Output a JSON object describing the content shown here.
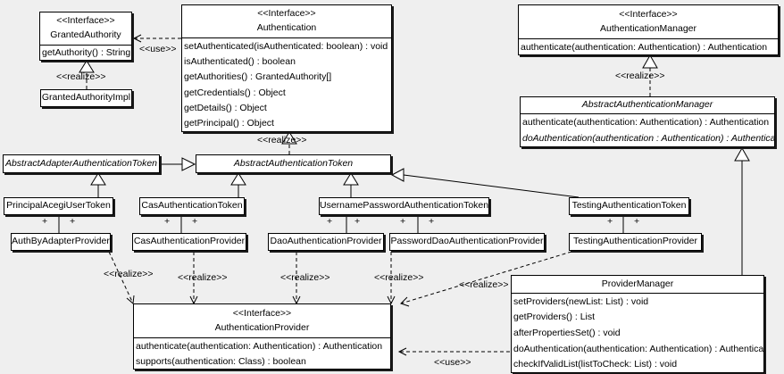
{
  "diagram": {
    "background_color": "#efefef",
    "box_fill": "#ffffff",
    "line_color": "#000000",
    "shadow_color": "#1a1a1a"
  },
  "stereotypes": {
    "interface": "<<Interface>>",
    "realize": "<<realize>>",
    "use": "<<use>>",
    "plus": "+"
  },
  "classes": {
    "granted_authority": {
      "stereotype": "<<Interface>>",
      "name": "GrantedAuthority",
      "methods": [
        "getAuthority() : String"
      ]
    },
    "granted_authority_impl": {
      "name": "GrantedAuthorityImpl"
    },
    "authentication": {
      "stereotype": "<<Interface>>",
      "name": "Authentication",
      "methods": [
        "setAuthenticated(isAuthenticated: boolean) : void",
        "isAuthenticated() : boolean",
        "getAuthorities() : GrantedAuthority[]",
        "getCredentials() : Object",
        "getDetails() : Object",
        "getPrincipal() : Object"
      ]
    },
    "authentication_manager": {
      "stereotype": "<<Interface>>",
      "name": "AuthenticationManager",
      "methods": [
        "authenticate(authentication: Authentication) : Authentication"
      ]
    },
    "abstract_authentication_manager": {
      "name": "AbstractAuthenticationManager",
      "abstract": true,
      "methods": [
        "authenticate(authentication: Authentication) : Authentication",
        "doAuthentication(authentication : Authentication) : Authentication"
      ]
    },
    "abstract_adapter_authentication_token": {
      "name": "AbstractAdapterAuthenticationToken",
      "abstract": true
    },
    "abstract_authentication_token": {
      "name": "AbstractAuthenticationToken",
      "abstract": true
    },
    "principal_acegi_user_token": {
      "name": "PrincipalAcegiUserToken"
    },
    "cas_authentication_token": {
      "name": "CasAuthenticationToken"
    },
    "username_password_authentication_token": {
      "name": "UsernamePasswordAuthenticationToken"
    },
    "testing_authentication_token": {
      "name": "TestingAuthenticationToken"
    },
    "auth_by_adapter_provider": {
      "name": "AuthByAdapterProvider"
    },
    "cas_authentication_provider": {
      "name": "CasAuthenticationProvider"
    },
    "dao_authentication_provider": {
      "name": "DaoAuthenticationProvider"
    },
    "password_dao_authentication_provider": {
      "name": "PasswordDaoAuthenticationProvider"
    },
    "testing_authentication_provider": {
      "name": "TestingAuthenticationProvider"
    },
    "authentication_provider": {
      "stereotype": "<<Interface>>",
      "name": "AuthenticationProvider",
      "methods": [
        "authenticate(authentication: Authentication) : Authentication",
        "supports(authentication: Class) : boolean"
      ]
    },
    "provider_manager": {
      "name": "ProviderManager",
      "methods": [
        "setProviders(newList: List) : void",
        "getProviders() : List",
        "afterPropertiesSet() : void",
        "doAuthentication(authentication: Authentication) : Authentication",
        "checkIfValidList(listToCheck: List) : void"
      ]
    }
  },
  "relationships": [
    {
      "from": "GrantedAuthorityImpl",
      "to": "GrantedAuthority",
      "type": "realize"
    },
    {
      "from": "Authentication",
      "to": "GrantedAuthority",
      "type": "use"
    },
    {
      "from": "AbstractAuthenticationToken",
      "to": "Authentication",
      "type": "realize"
    },
    {
      "from": "AbstractAuthenticationManager",
      "to": "AuthenticationManager",
      "type": "realize"
    },
    {
      "from": "AbstractAdapterAuthenticationToken",
      "to": "AbstractAuthenticationToken",
      "type": "generalization"
    },
    {
      "from": "PrincipalAcegiUserToken",
      "to": "AbstractAdapterAuthenticationToken",
      "type": "generalization"
    },
    {
      "from": "CasAuthenticationToken",
      "to": "AbstractAuthenticationToken",
      "type": "generalization"
    },
    {
      "from": "UsernamePasswordAuthenticationToken",
      "to": "AbstractAuthenticationToken",
      "type": "generalization"
    },
    {
      "from": "TestingAuthenticationToken",
      "to": "AbstractAuthenticationToken",
      "type": "generalization"
    },
    {
      "from": "ProviderManager",
      "to": "AbstractAuthenticationManager",
      "type": "generalization"
    },
    {
      "from": "PrincipalAcegiUserToken",
      "to": "AuthByAdapterProvider",
      "type": "association",
      "end_labels": [
        "+",
        "+"
      ]
    },
    {
      "from": "CasAuthenticationToken",
      "to": "CasAuthenticationProvider",
      "type": "association",
      "end_labels": [
        "+",
        "+"
      ]
    },
    {
      "from": "UsernamePasswordAuthenticationToken",
      "to": "DaoAuthenticationProvider",
      "type": "association",
      "end_labels": [
        "+",
        "+"
      ]
    },
    {
      "from": "UsernamePasswordAuthenticationToken",
      "to": "PasswordDaoAuthenticationProvider",
      "type": "association",
      "end_labels": [
        "+",
        "+"
      ]
    },
    {
      "from": "TestingAuthenticationToken",
      "to": "TestingAuthenticationProvider",
      "type": "association",
      "end_labels": [
        "+",
        "+"
      ]
    },
    {
      "from": "AuthByAdapterProvider",
      "to": "AuthenticationProvider",
      "type": "realize"
    },
    {
      "from": "CasAuthenticationProvider",
      "to": "AuthenticationProvider",
      "type": "realize"
    },
    {
      "from": "DaoAuthenticationProvider",
      "to": "AuthenticationProvider",
      "type": "realize"
    },
    {
      "from": "PasswordDaoAuthenticationProvider",
      "to": "AuthenticationProvider",
      "type": "realize"
    },
    {
      "from": "TestingAuthenticationProvider",
      "to": "AuthenticationProvider",
      "type": "realize"
    },
    {
      "from": "ProviderManager",
      "to": "AuthenticationProvider",
      "type": "use"
    }
  ]
}
